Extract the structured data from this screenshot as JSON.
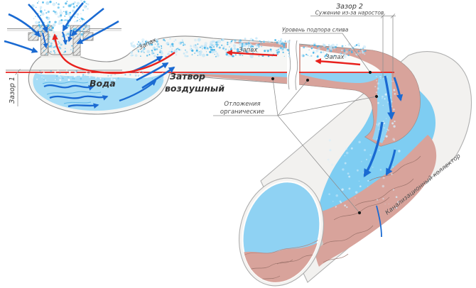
{
  "diagram": {
    "type": "plumbing-schematic",
    "subject": "floor drain water trap connected to sewer collector, odour backflow scheme"
  },
  "labels": {
    "gap1": "Зазор 1",
    "gap2": "Зазор 2",
    "narrowing": "Сужение из-за наростов",
    "backup_level": "Уровень подпора слива",
    "smell_bend": "Запах",
    "smell_left": "Запах",
    "smell_right": "Запах",
    "water": "Вода",
    "air_trap_1": "Затвор",
    "air_trap_2": "воздушный",
    "deposits_1": "Отложения",
    "deposits_2": "органические",
    "collector": "Канализационный коллектор"
  },
  "colors": {
    "red": "#e8211d",
    "blue": "#1a6ad2",
    "water_light": "#a5dcf6",
    "water_mid": "#8fd2f3",
    "water_deep": "#7ecdf2",
    "deposit": "#d8a39b",
    "body_gray": "#f2f1ef"
  }
}
